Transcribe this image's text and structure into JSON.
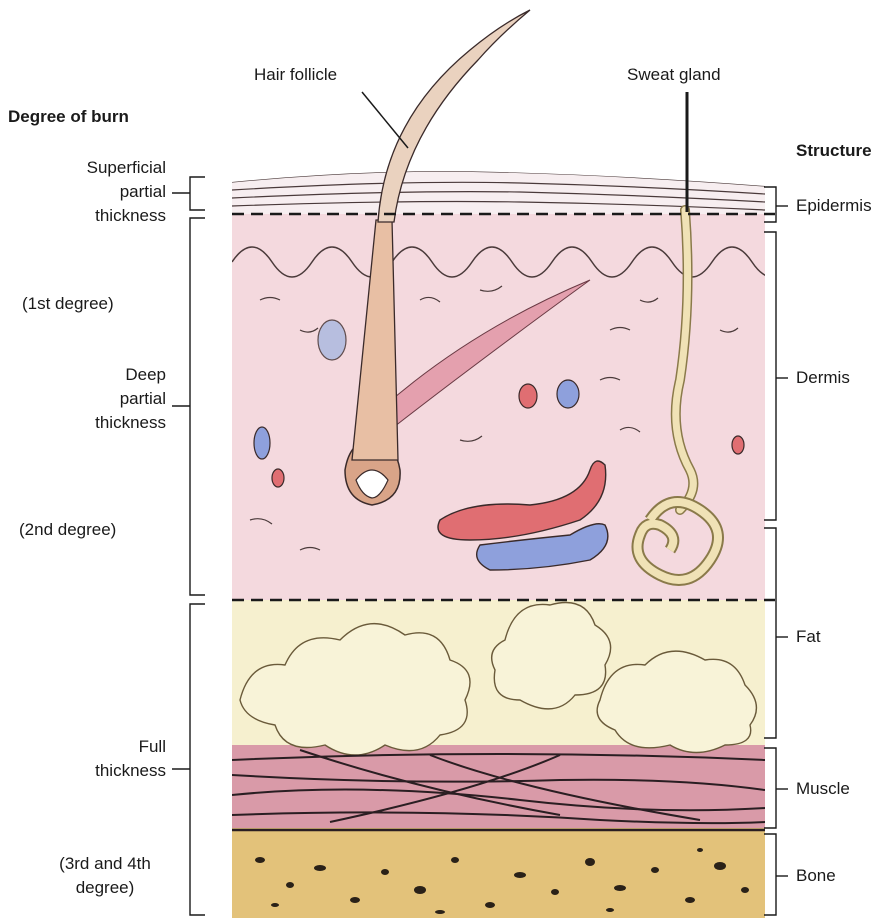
{
  "callouts": {
    "hair_follicle": "Hair follicle",
    "sweat_gland": "Sweat gland"
  },
  "burn_degree": {
    "heading": "Degree of burn",
    "superficial": [
      "Superficial",
      "partial",
      "thickness"
    ],
    "first": "(1st degree)",
    "deep": [
      "Deep",
      "partial",
      "thickness"
    ],
    "second": "(2nd degree)",
    "full": [
      "Full",
      "thickness"
    ],
    "third_fourth": [
      "(3rd and 4th",
      "degree)"
    ]
  },
  "structure": {
    "heading": "Structure",
    "items": [
      "Epidermis",
      "Dermis",
      "Fat",
      "Muscle",
      "Bone"
    ]
  },
  "colors": {
    "epidermis": "#f7eef0",
    "dermis": "#f4d9de",
    "fat": "#f6f0cf",
    "muscle": "#d99aa8",
    "bone": "#e3c27a",
    "artery": "#e06e72",
    "vein": "#8ea0dc",
    "hair": "#d9a488",
    "sweat": "#f0e2b6"
  }
}
